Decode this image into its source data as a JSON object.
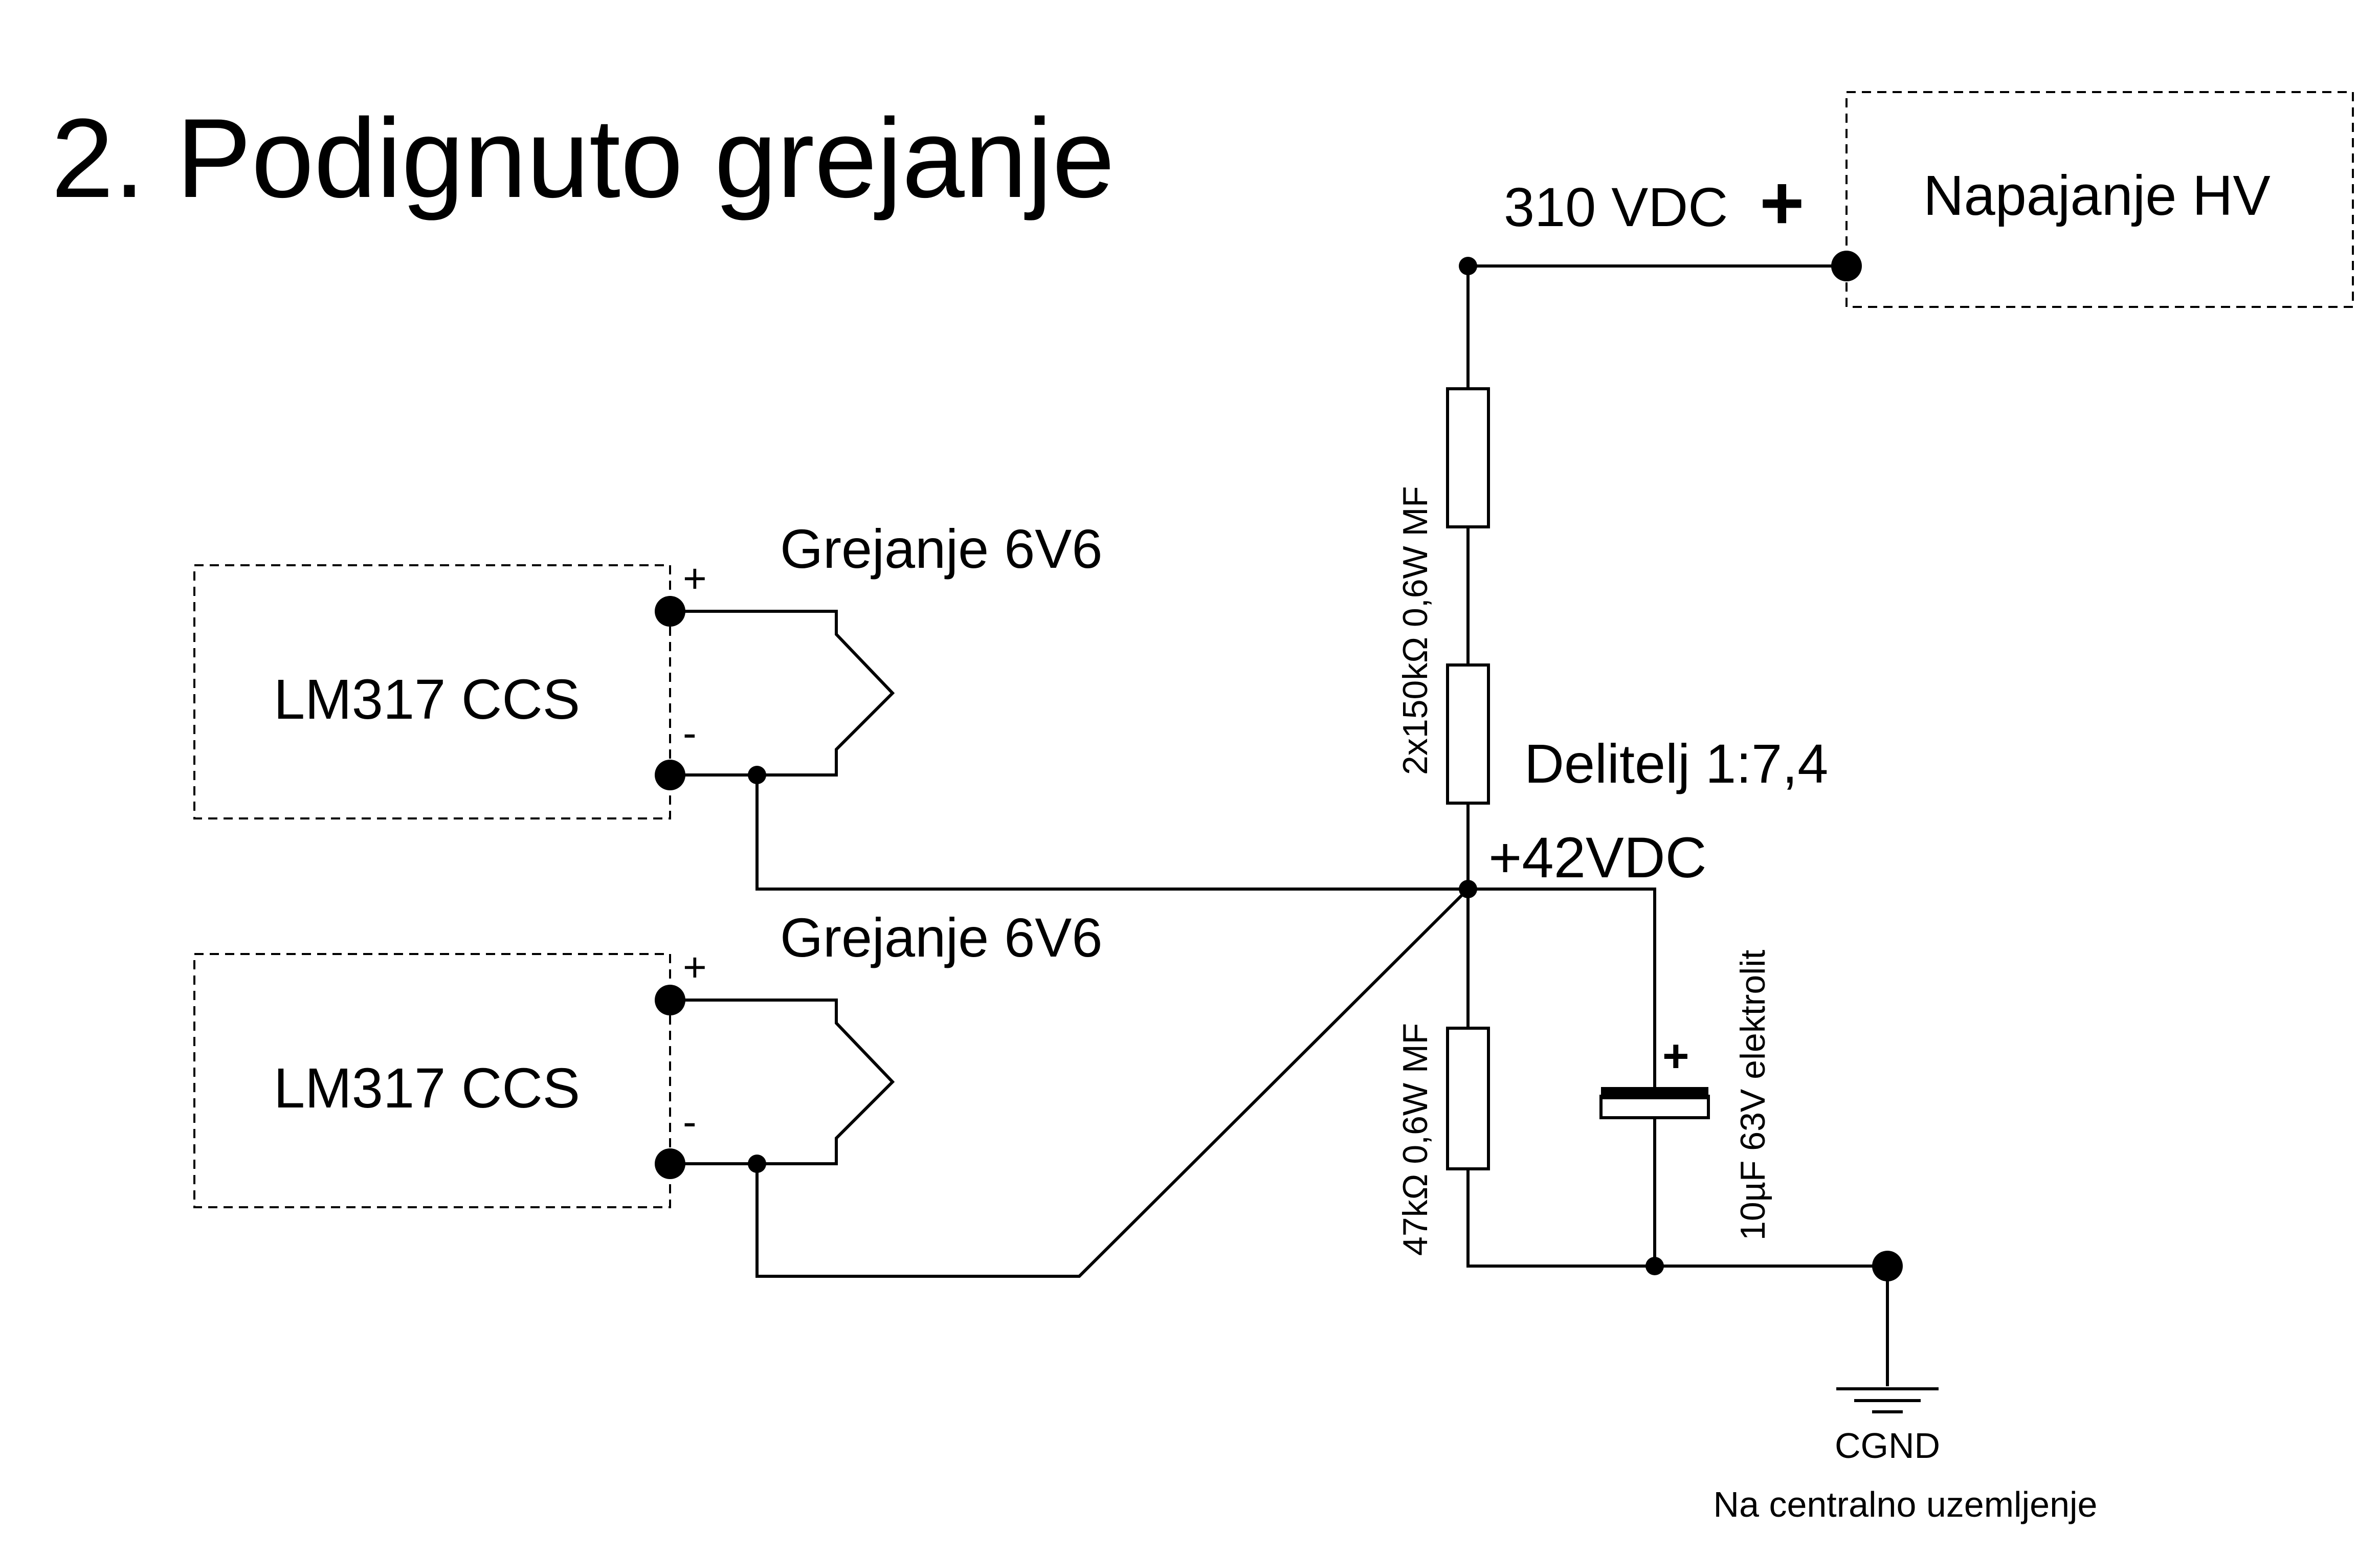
{
  "title": "2. Podignuto grejanje",
  "blocks": {
    "hv_supply": "Napajanje HV",
    "ccs_1": "LM317 CCS",
    "ccs_2": "LM317 CCS"
  },
  "labels": {
    "hv_voltage": "310 VDC",
    "plus_sign": "+",
    "minus_sign": "-",
    "heater_1": "Grejanje 6V6",
    "heater_2": "Grejanje 6V6",
    "divider": "Delitelj 1:7,4",
    "divider_voltage": "+42VDC",
    "r_upper": "2x150kΩ 0,6W MF",
    "r_lower": "47kΩ 0,6W MF",
    "capacitor": "10µF 63V elektrolit",
    "ground": "CGND",
    "ground_note": "Na centralno uzemljenje"
  }
}
